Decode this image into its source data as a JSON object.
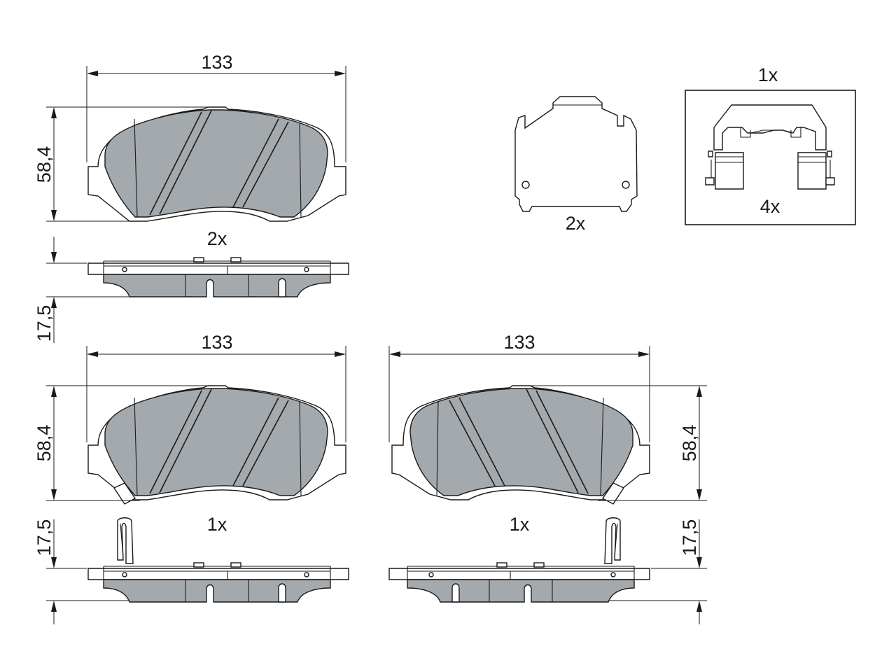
{
  "colors": {
    "friction": "#a4a9ad",
    "line": "#1a1a1a",
    "background": "#ffffff"
  },
  "top_left": {
    "width": "133",
    "height": "58,4",
    "thickness": "17,5",
    "quantity": "2x"
  },
  "bottom_left": {
    "width": "133",
    "height": "58,4",
    "thickness": "17,5",
    "quantity": "1x"
  },
  "bottom_right": {
    "width": "133",
    "height": "58,4",
    "thickness": "17,5",
    "quantity": "1x"
  },
  "shim": {
    "quantity": "2x"
  },
  "clip_kit": {
    "kit_quantity": "1x",
    "clip_quantity": "4x"
  }
}
